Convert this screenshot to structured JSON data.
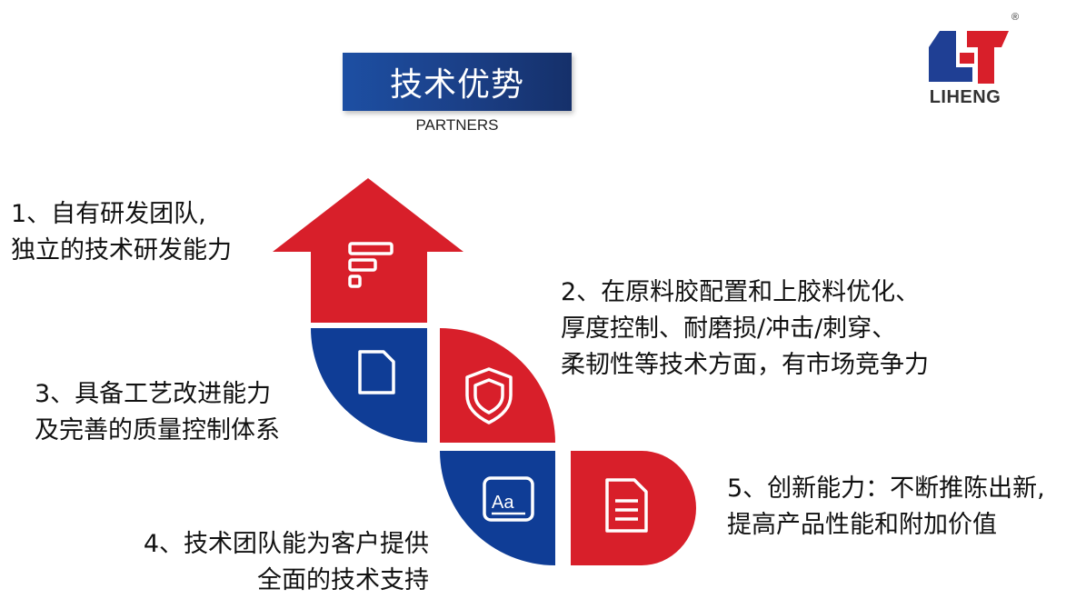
{
  "header": {
    "title": "技术优势",
    "subtitle": "PARTNERS"
  },
  "logo": {
    "text": "LIHENG",
    "registered_mark": "®"
  },
  "items": [
    {
      "lines": [
        "1、自有研发团队,",
        "独立的技术研发能力"
      ],
      "icon": "bar-chart-icon",
      "color": "#d81f2a"
    },
    {
      "lines": [
        "2、在原料胶配置和上胶料优化、",
        "厚度控制、耐磨损/冲击/刺穿、",
        "柔韧性等技术方面，有市场竞争力"
      ],
      "icon": "shield-icon",
      "color": "#d81f2a"
    },
    {
      "lines": [
        "3、具备工艺改进能力",
        "及完善的质量控制体系"
      ],
      "icon": "document-icon",
      "color": "#0f3d96"
    },
    {
      "lines": [
        "4、技术团队能为客户提供",
        "全面的技术支持"
      ],
      "icon": "text-aa-icon",
      "color": "#0f3d96"
    },
    {
      "lines": [
        "5、创新能力：不断推陈出新,",
        "提高产品性能和附加价值"
      ],
      "icon": "file-lines-icon",
      "color": "#d81f2a"
    }
  ],
  "colors": {
    "red": "#d81f2a",
    "blue": "#0f3d96"
  }
}
